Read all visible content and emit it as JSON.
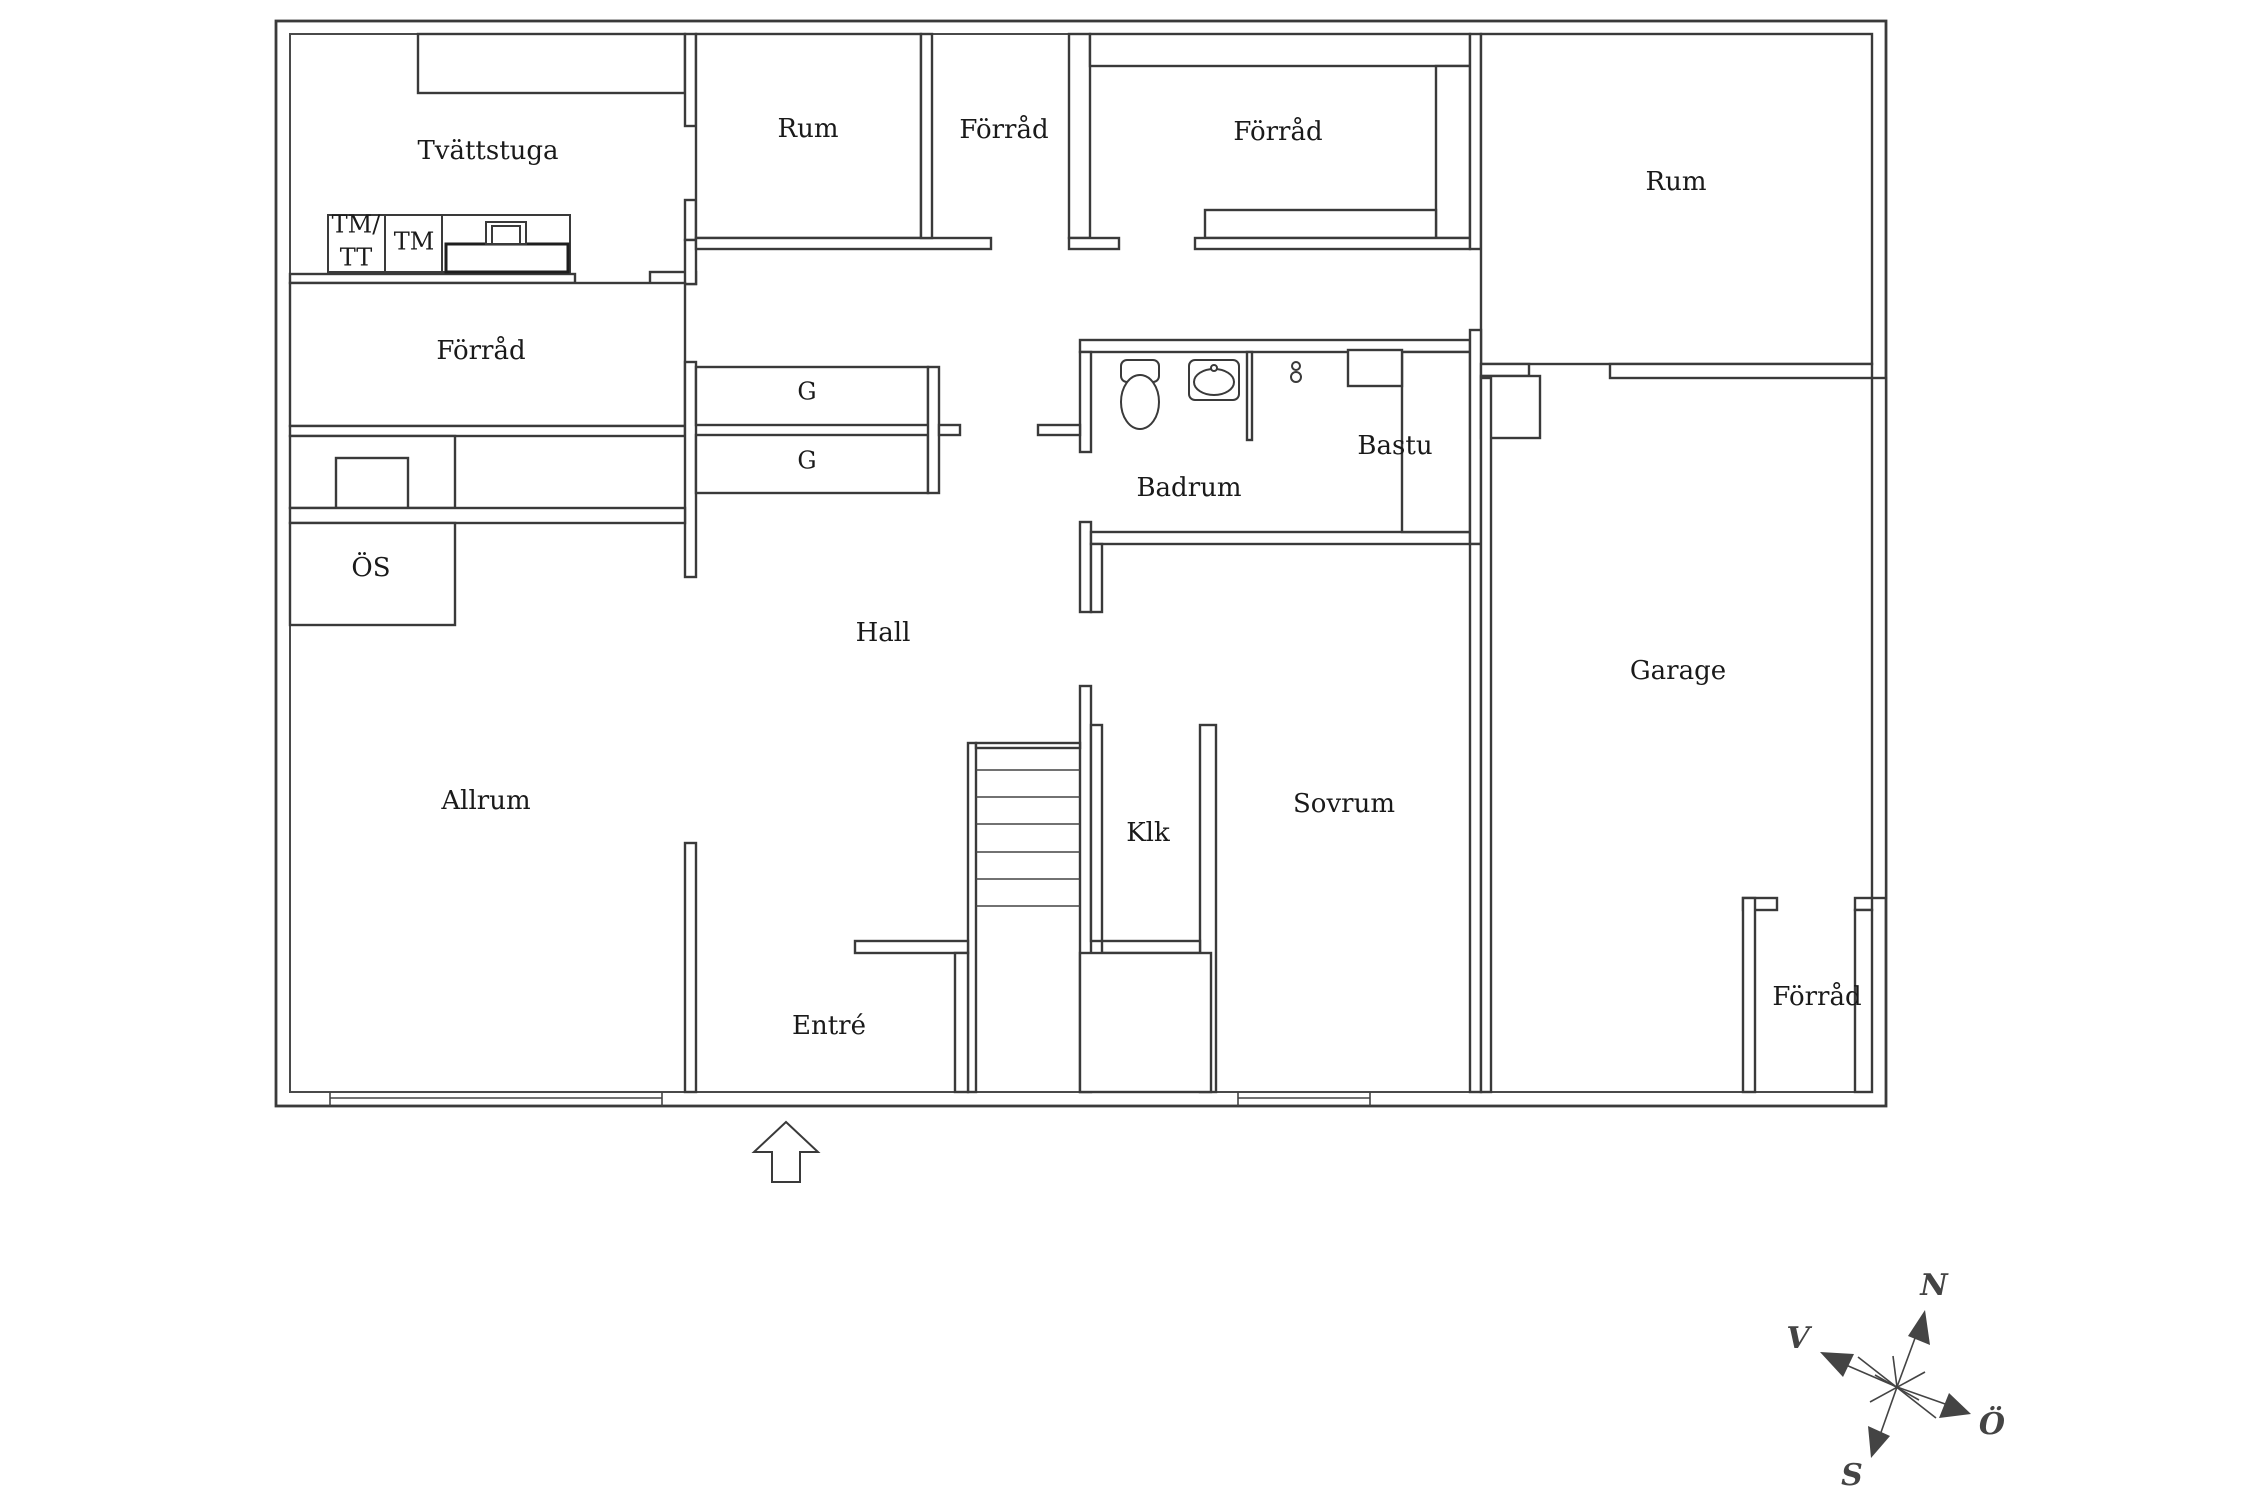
{
  "rooms": {
    "tvattstuga": "Tvättstuga",
    "rum_top": "Rum",
    "forrad_1": "Förråd",
    "forrad_2": "Förråd",
    "rum_right": "Rum",
    "tm_tt_line1": "TM/",
    "tm_tt_line2": "TT",
    "tm": "TM",
    "forrad_left": "Förråd",
    "g1": "G",
    "g2": "G",
    "bastu": "Bastu",
    "badrum": "Badrum",
    "os": "ÖS",
    "hall": "Hall",
    "garage": "Garage",
    "allrum": "Allrum",
    "klk": "Klk",
    "sovrum": "Sovrum",
    "entre": "Entré",
    "forrad_garage": "Förråd"
  },
  "compass": {
    "n": "N",
    "v": "V",
    "o": "Ö",
    "s": "S"
  },
  "colors": {
    "wall": "#3a3a3a",
    "text": "#1a1a1a",
    "compass": "#444444"
  }
}
